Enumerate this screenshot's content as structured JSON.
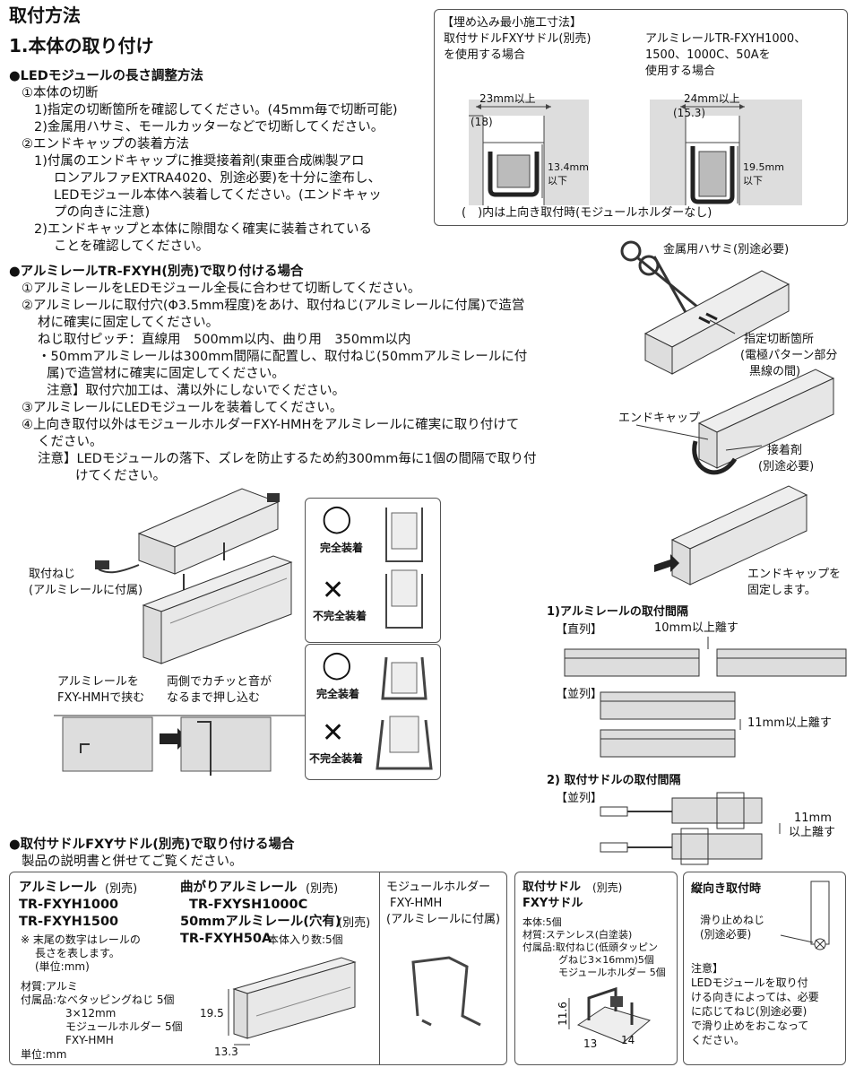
{
  "title": "取付方法",
  "section1": "1.本体の取り付け",
  "led_len": {
    "heading": "●LEDモジュールの長さ調整方法",
    "l1": "①本体の切断",
    "l2": "1)指定の切断箇所を確認してください。(45mm毎で切断可能)",
    "l3": "2)金属用ハサミ、モールカッターなどで切断してください。",
    "l4": "②エンドキャップの装着方法",
    "l5": "1)付属のエンドキャップに推奨接着剤(東亜合成㈱製アロ",
    "l6": "ロンアルファEXTRA4020、別途必要)を十分に塗布し、",
    "l7": "LEDモジュール本体へ装着してください。(エンドキャッ",
    "l8": "プの向きに注意)",
    "l9": "2)エンドキャップと本体に隙間なく確実に装着されている",
    "l10": "ことを確認してください。"
  },
  "embed_box": {
    "title": "【埋め込み最小施工寸法】",
    "left_a": "取付サドルFXYサドル(別売)",
    "left_b": "を使用する場合",
    "right_a": "アルミレールTR-FXYH1000、",
    "right_b": "1500、1000C、50Aを",
    "right_c": "使用する場合",
    "dim_l1": "23mm以上",
    "dim_l2": "(18)",
    "dim_r1": "24mm以上",
    "dim_r2": "(15.3)",
    "h_l1": "13.4mm",
    "h_l2": "以下",
    "h_r1": "19.5mm",
    "h_r2": "以下",
    "note": "(　)内は上向き取付時(モジュールホルダーなし)"
  },
  "scissors_label": "金属用ハサミ(別途必要)",
  "cut_label_1": "指定切断箇所",
  "cut_label_2": "(電極パターン部分",
  "cut_label_3": "黒線の間)",
  "endcap_label": "エンドキャップ",
  "glue_label_1": "接着剤",
  "glue_label_2": "(別途必要)",
  "fix_label_1": "エンドキャップを",
  "fix_label_2": "固定します。",
  "rail": {
    "heading": "●アルミレールTR-FXYH(別売)で取り付ける場合",
    "r1": "①アルミレールをLEDモジュール全長に合わせて切断してください。",
    "r2": "②アルミレールに取付穴(Φ3.5mm程度)をあけ、取付ねじ(アルミレールに付属)で造営",
    "r3": "材に確実に固定してください。",
    "r4": "ねじ取付ピッチ：直線用　500mm以内、曲り用　350mm以内",
    "r5": "・50mmアルミレールは300mm間隔に配置し、取付ねじ(50mmアルミレールに付",
    "r6": "属)で造営材に確実に固定してください。",
    "r7": "注意】取付穴加工は、溝以外にしないでください。",
    "r8": "③アルミレールにLEDモジュールを装着してください。",
    "r9": "④上向き取付以外はモジュールホルダーFXY-HMHをアルミレールに確実に取り付けて",
    "r10": "ください。",
    "r11": "注意】LEDモジュールの落下、ズレを防止するため約300mm毎に1個の間隔で取り付",
    "r12": "けてください。"
  },
  "screw_label_1": "取付ねじ",
  "screw_label_2": "(アルミレールに付属)",
  "ok_label": "完全装着",
  "ng_label": "不完全装着",
  "ok_mark": "◯",
  "ng_mark": "✕",
  "hold_label_1": "アルミレールを",
  "hold_label_2": "FXY-HMHで挟む",
  "push_label_1": "両側でカチッと音が",
  "push_label_2": "なるまで押し込む",
  "interval": {
    "heading": "1)アルミレールの取付間隔",
    "straight": "【直列】",
    "gap1": "10mm以上離す",
    "parallel": "【並列】",
    "gap2": "11mm以上離す"
  },
  "saddle_interval": {
    "heading": "2) 取付サドルの取付間隔",
    "parallel": "【並列】",
    "gap_a": "11mm",
    "gap_b": "以上離す"
  },
  "saddle_section": {
    "heading": "●取付サドルFXYサドル(別売)で取り付ける場合",
    "sub": "製品の説明書と併せてご覧ください。"
  },
  "spec_rail": {
    "t1": "アルミレール",
    "t1b": "(別売)",
    "t2": "TR-FXYH1000",
    "t3": "TR-FXYH1500",
    "n1": "※ 末尾の数字はレールの",
    "n2": "長さを表します。",
    "n3": "(単位:mm)",
    "m1": "材質:アルミ",
    "m2": "付属品:なべタッピングねじ 5個",
    "m3": "3×12mm",
    "m4": "モジュールホルダー 5個",
    "m5": "FXY-HMH",
    "unit": "単位:mm",
    "c1": "曲がりアルミレール",
    "c1b": "(別売)",
    "c2": "TR-FXYSH1000C",
    "c3": "50mmアルミレール(穴有)",
    "c3b": "(別売)",
    "c4": "TR-FXYH50A",
    "c5": "本体入り数:5個",
    "d_h": "19.5",
    "d_w": "13.3"
  },
  "holder_box": {
    "l1": "モジュールホルダー",
    "l2": "FXY-HMH",
    "l3": "(アルミレールに付属)"
  },
  "saddle_box": {
    "t1": "取付サドル",
    "t1b": "(別売)",
    "t2": "FXYサドル",
    "s1": "本体:5個",
    "s2": "材質:ステンレス(白塗装)",
    "s3": "付属品:取付ねじ(低頭タッピン",
    "s4": "グねじ3×16mm)5個",
    "s5": "モジュールホルダー 5個",
    "d1": "11.6",
    "d2": "13",
    "d3": "14"
  },
  "vertical_box": {
    "title": "縦向き取付時",
    "screw1": "滑り止めねじ",
    "screw2": "(別途必要)",
    "n0": "注意】",
    "n1": "LEDモジュールを取り付",
    "n2": "ける向きによっては、必要",
    "n3": "に応じてねじ(別途必要)",
    "n4": "で滑り止めをおこなって",
    "n5": "ください。"
  }
}
